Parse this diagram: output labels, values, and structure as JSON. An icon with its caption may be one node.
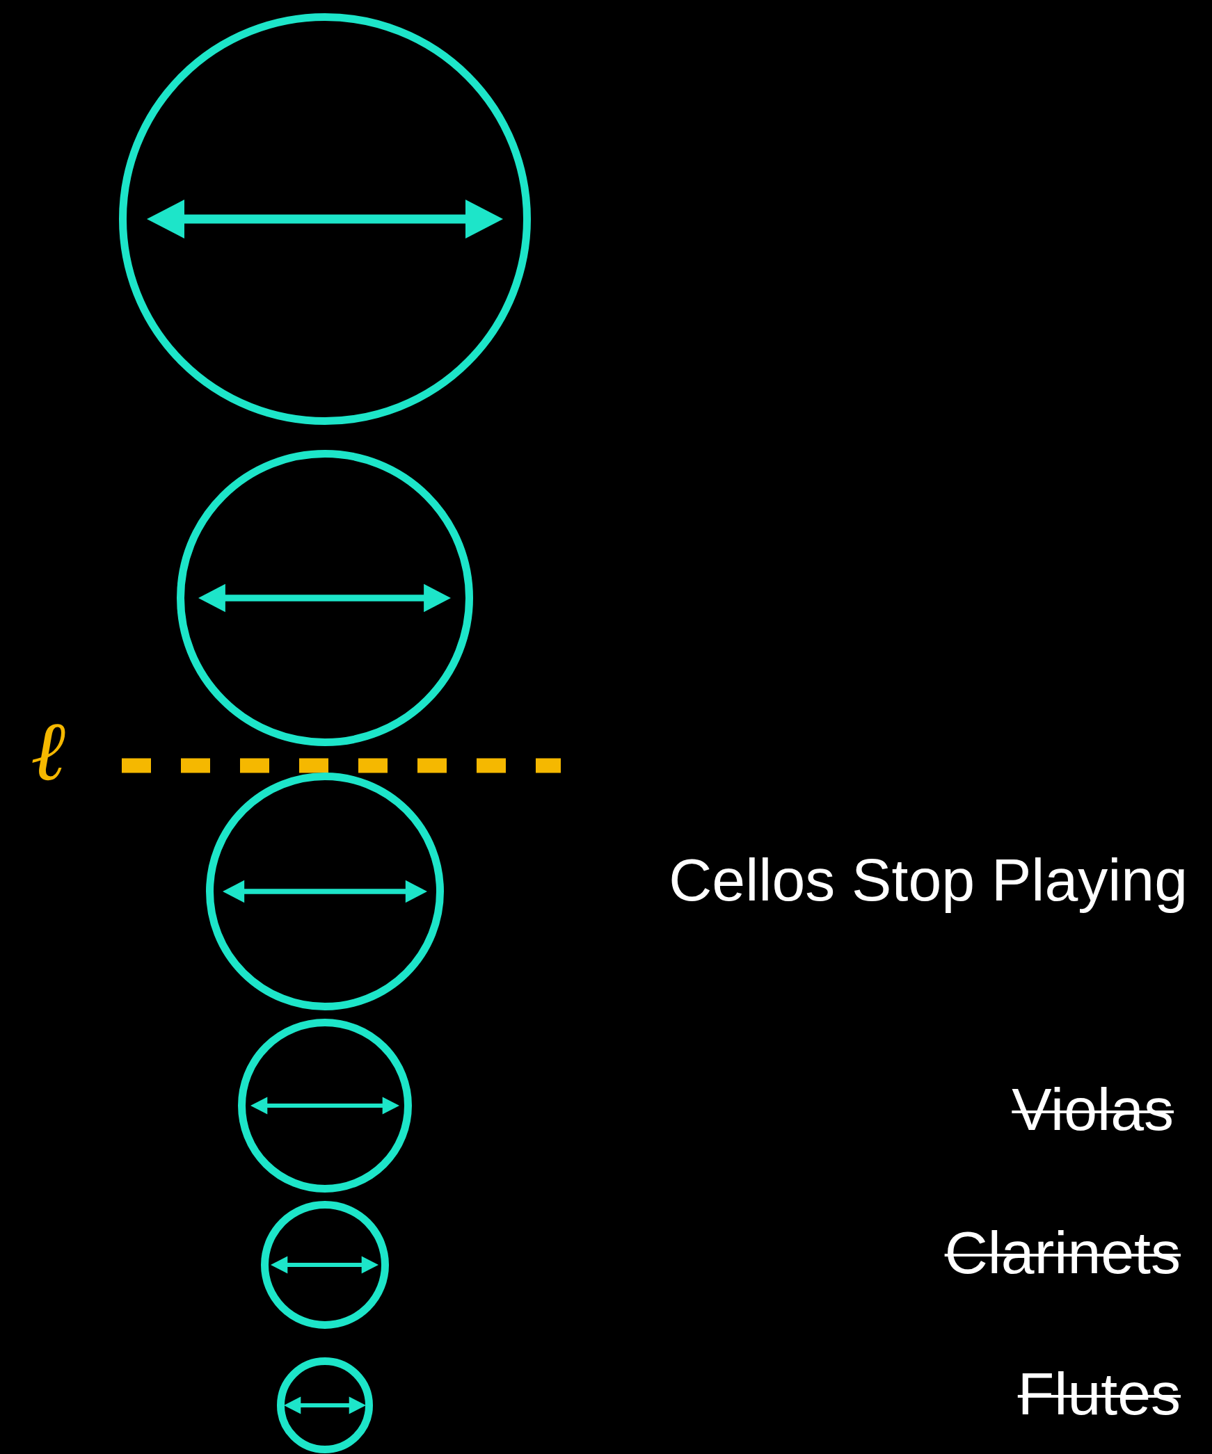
{
  "diagram": {
    "nodes": [
      {
        "text": [],
        "shape": "circle"
      },
      {
        "text": [],
        "shape": "circle"
      },
      {
        "text": [],
        "shape": "circle"
      },
      {
        "text": [],
        "shape": "circle"
      },
      {
        "text": [],
        "shape": "circle"
      },
      {
        "text": [],
        "shape": "circle"
      }
    ],
    "edges": [],
    "labels": [
      "ℓ",
      "Cellos Stop Playing",
      "Violas",
      "Clarinets",
      "Flutes"
    ]
  }
}
